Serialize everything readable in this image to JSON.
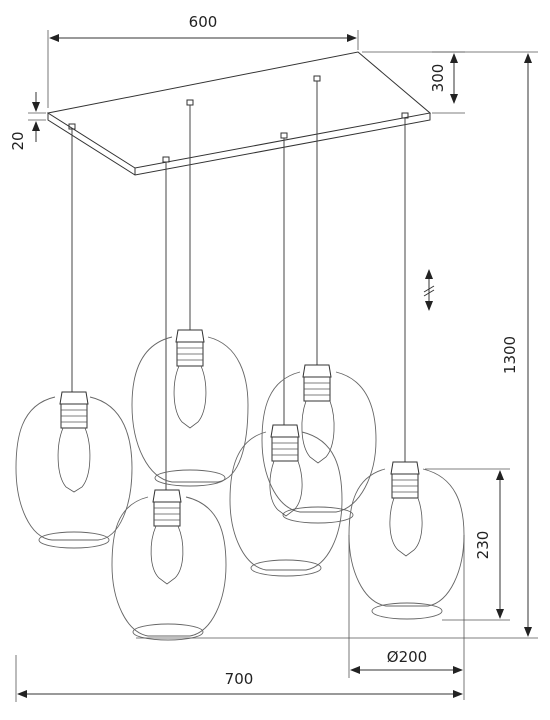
{
  "dimensions": {
    "canopy_length": "600",
    "canopy_depth": "300",
    "canopy_height": "20",
    "total_height": "1300",
    "shade_height": "230",
    "shade_diameter": "Ø200",
    "total_width": "700"
  }
}
